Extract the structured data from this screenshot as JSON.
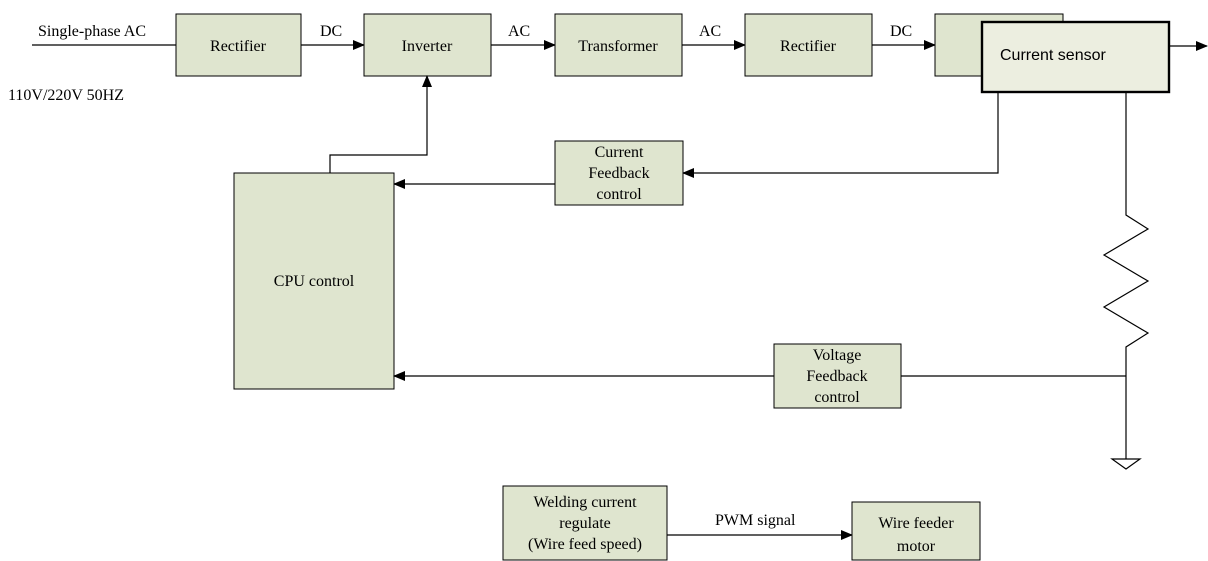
{
  "input": {
    "source_label": "Single-phase AC",
    "voltage_label": "110V/220V 50HZ"
  },
  "blocks": {
    "rectifier_1": "Rectifier",
    "inverter": "Inverter",
    "transformer": "Transformer",
    "rectifier_2": "Rectifier",
    "current_sensor": "Current sensor",
    "current_feedback": [
      "Current",
      "Feedback",
      "control"
    ],
    "cpu": "CPU control",
    "voltage_feedback": [
      "Voltage",
      "Feedback",
      "control"
    ],
    "welding_current": [
      "Welding current",
      "regulate",
      "(Wire feed speed)"
    ],
    "wire_feeder": [
      "Wire feeder",
      "motor"
    ]
  },
  "signals": {
    "rect1_to_inverter": "DC",
    "inverter_to_transformer": "AC",
    "transformer_to_rectifier": "AC",
    "rectifier_to_output": "DC",
    "pwm": "PWM signal"
  },
  "colors": {
    "block_fill": "#dfe5cf",
    "sensor_fill": "#eceee0",
    "line": "#000000"
  }
}
